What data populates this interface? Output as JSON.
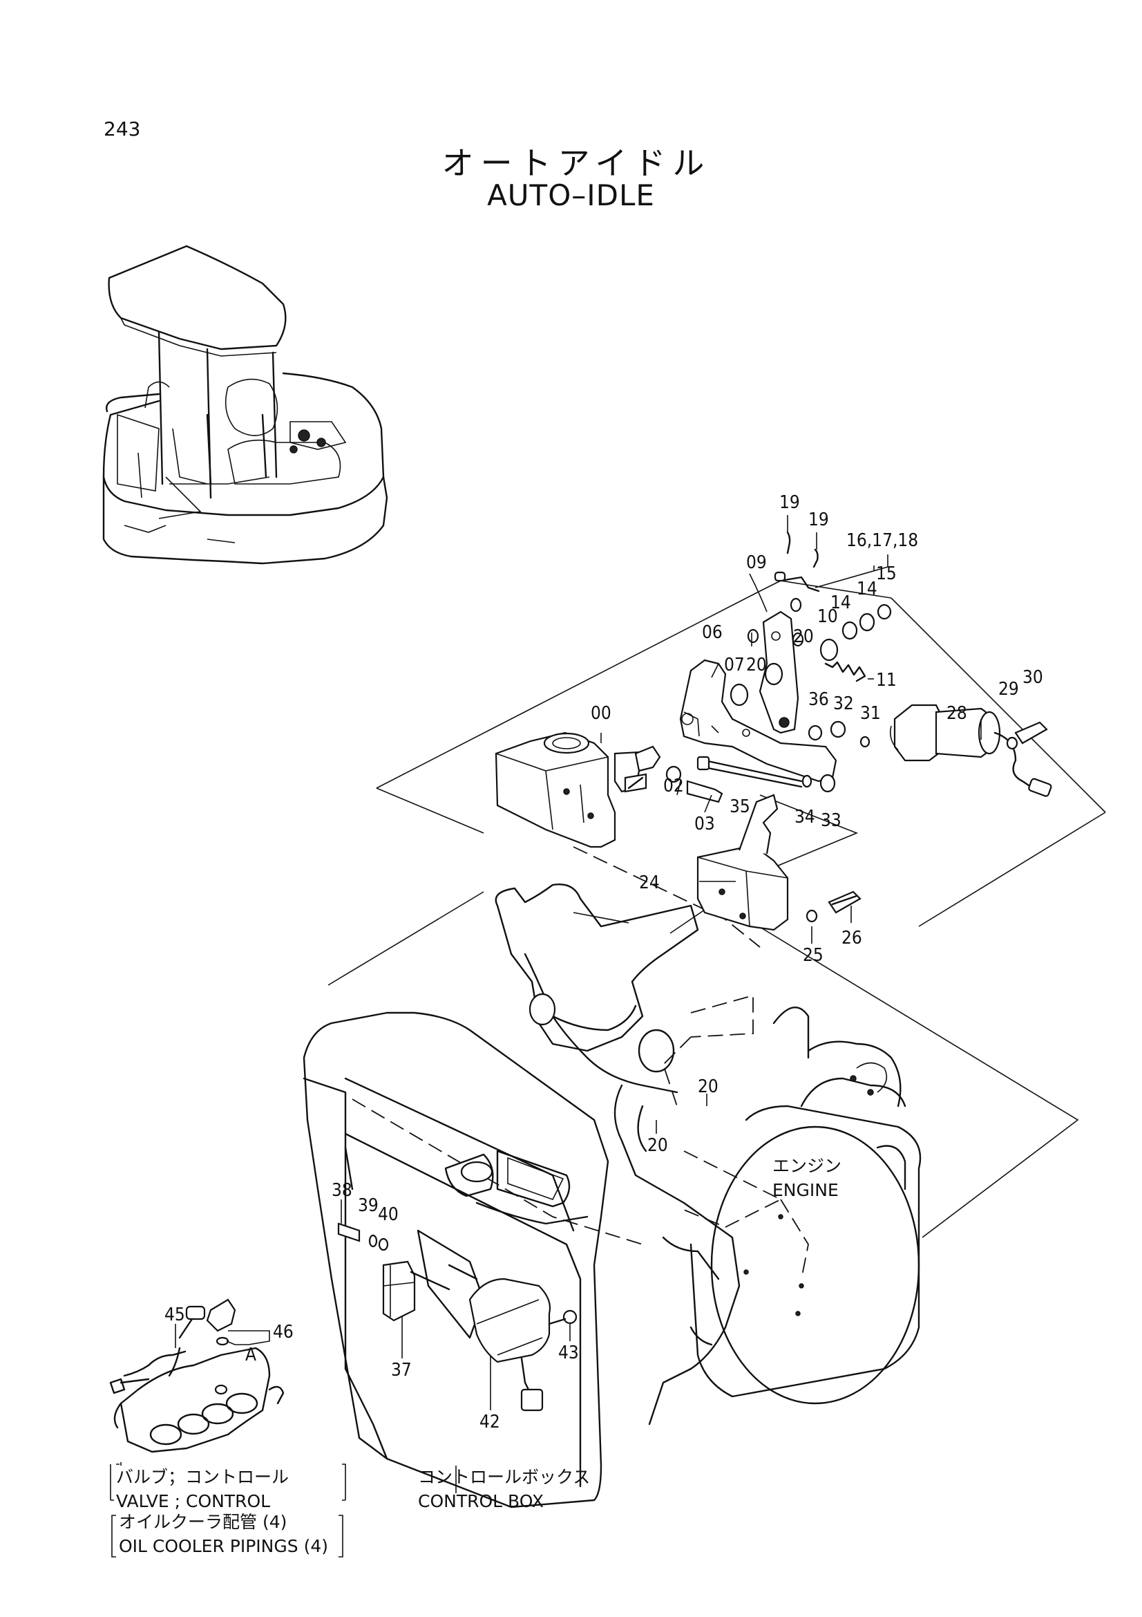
{
  "page": {
    "number": "243",
    "title_jp": "オートアイドル",
    "title_en": "AUTO–IDLE"
  },
  "labels": {
    "engine_jp": "エンジン",
    "engine_en": "ENGINE",
    "control_box_jp": "コントロールボックス",
    "control_box_en": "CONTROL BOX",
    "valve_jp": "バルブ；コントロール",
    "valve_en": "VALVE ; CONTROL",
    "oil_cooler_jp": "オイルクーラ配管 (4)",
    "oil_cooler_en": "OIL COOLER PIPINGS (4)",
    "detail_a": "A"
  },
  "callouts": {
    "c19a": "19",
    "c19b": "19",
    "c161718": "16,17,18",
    "c09": "09",
    "c15": "15",
    "c14a": "14",
    "c14b": "14",
    "c10": "10",
    "c20a": "20",
    "c20b": "20",
    "c11": "11",
    "c06": "06",
    "c07": "07",
    "c36": "36",
    "c32": "32",
    "c31": "31",
    "c00": "00",
    "c29": "29",
    "c30": "30",
    "c28": "28",
    "c02": "02",
    "c03": "03",
    "c35": "35",
    "c34": "34",
    "c33": "33",
    "c24": "24",
    "c25": "25",
    "c26": "26",
    "c20c": "20",
    "c20d": "20",
    "c38": "38",
    "c39": "39",
    "c40": "40",
    "c37": "37",
    "c42": "42",
    "c43": "43",
    "c45": "45",
    "c46": "46"
  }
}
